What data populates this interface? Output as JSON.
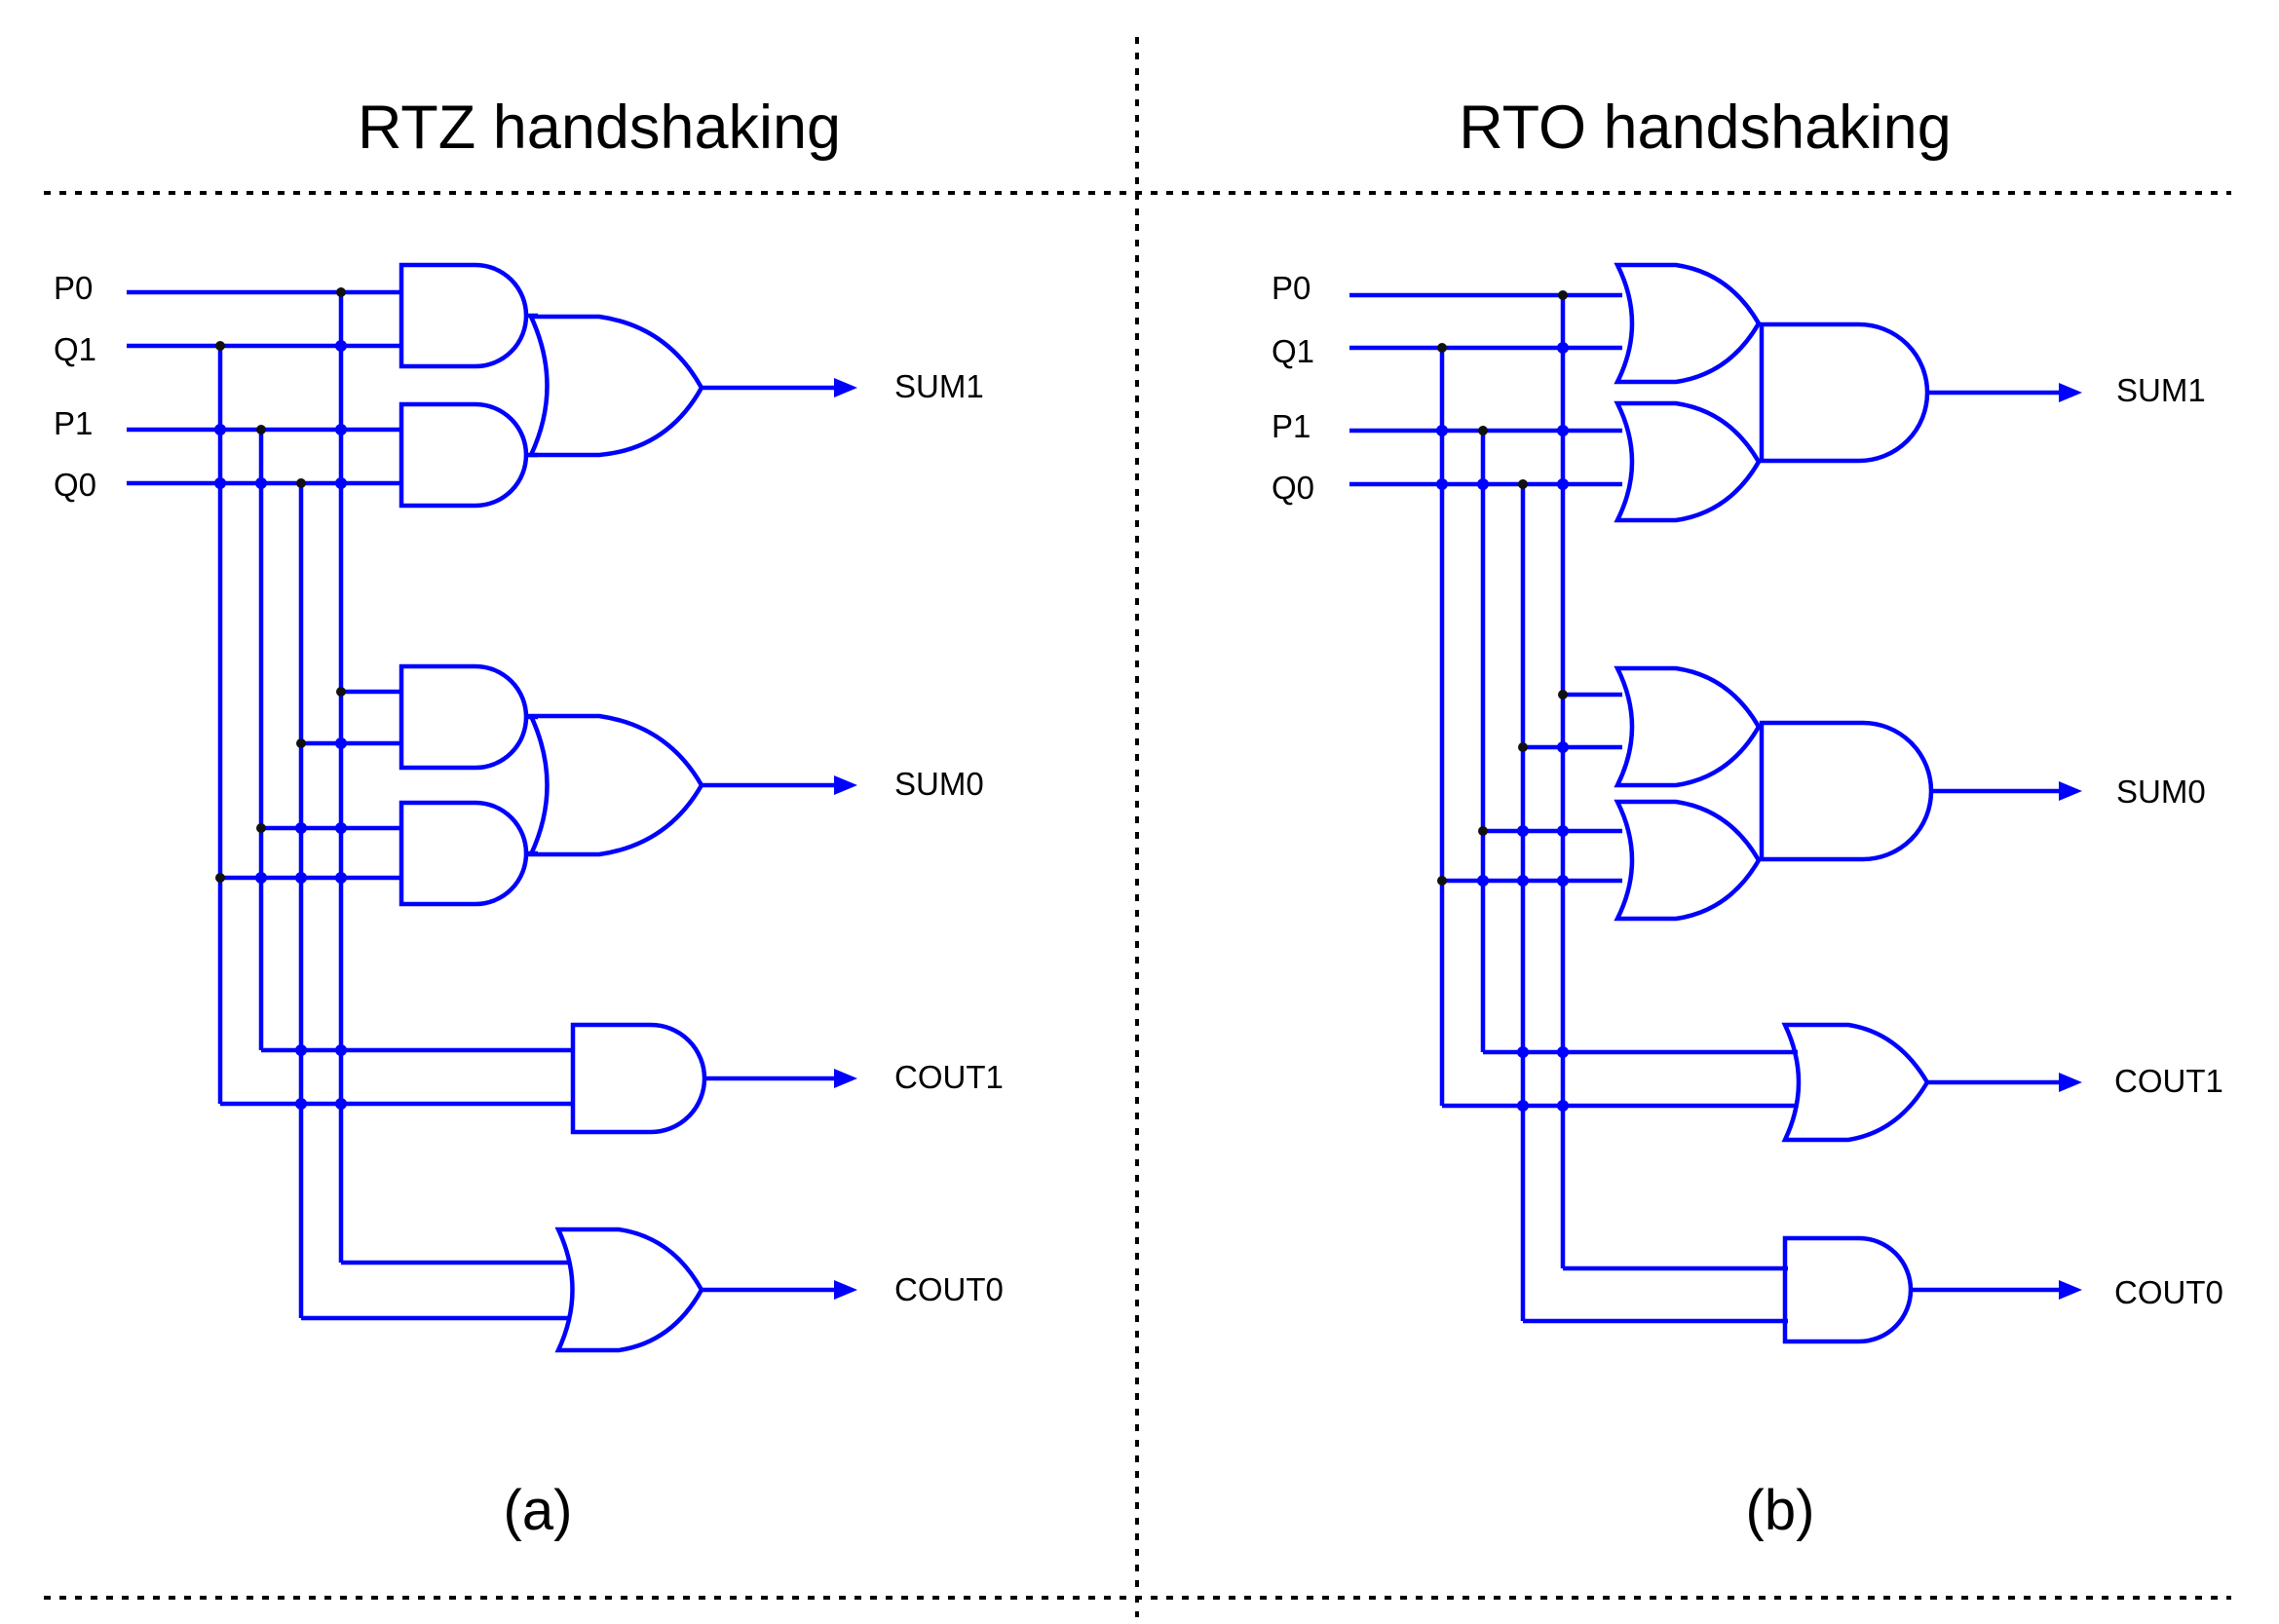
{
  "panels": [
    {
      "id": "a",
      "title": "RTZ handshaking",
      "caption": "(a)",
      "inputs": [
        "P0",
        "Q1",
        "P1",
        "Q0"
      ],
      "outputs": [
        "SUM1",
        "SUM0",
        "COUT1",
        "COUT0"
      ]
    },
    {
      "id": "b",
      "title": "RTO handshaking",
      "caption": "(b)",
      "inputs": [
        "P0",
        "Q1",
        "P1",
        "Q0"
      ],
      "outputs": [
        "SUM1",
        "SUM0",
        "COUT1",
        "COUT0"
      ]
    }
  ],
  "colors": {
    "wire": "#0000ff",
    "text": "#000000",
    "junction": "#111111"
  }
}
